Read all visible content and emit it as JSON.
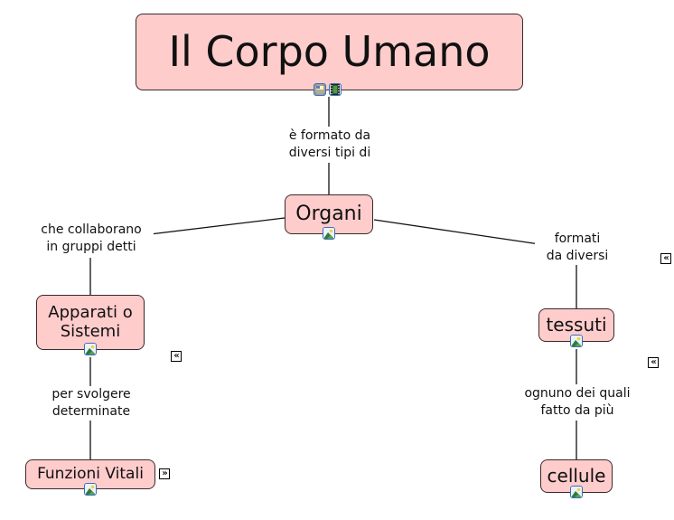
{
  "map": {
    "title": "Il Corpo Umano",
    "colors": {
      "concept_fill": "#ffcccc",
      "concept_border": "#3a2a2a",
      "link_line": "#111111",
      "resource_icon_border": "#3b6fb6"
    },
    "concepts": {
      "root": {
        "label": "Il Corpo Umano",
        "resources": [
          "document-image-icon",
          "video-film-icon"
        ]
      },
      "organi": {
        "label": "Organi",
        "resources": [
          "image-icon"
        ]
      },
      "apparati": {
        "label_line1": "Apparati o",
        "label_line2": "Sistemi",
        "resources": [
          "image-icon"
        ]
      },
      "funzioni": {
        "label": "Funzioni Vitali",
        "resources": [
          "image-icon"
        ]
      },
      "tessuti": {
        "label": "tessuti",
        "resources": [
          "image-icon"
        ]
      },
      "cellule": {
        "label": "cellule",
        "resources": [
          "image-icon"
        ]
      }
    },
    "linking_phrases": {
      "root_organi": "è formato da\ndiversi tipi di",
      "organi_apparati": "che collaborano\nin gruppi detti",
      "organi_tessuti": "formati\nda diversi",
      "apparati_funzioni": "per svolgere\ndeterminate",
      "tessuti_cellule": "ognuno dei quali\nfatto da più"
    },
    "nav_arrows": {
      "right_top": "«",
      "apparati_side": "«",
      "tessuti_side": "«",
      "funzioni_side": "»"
    }
  }
}
